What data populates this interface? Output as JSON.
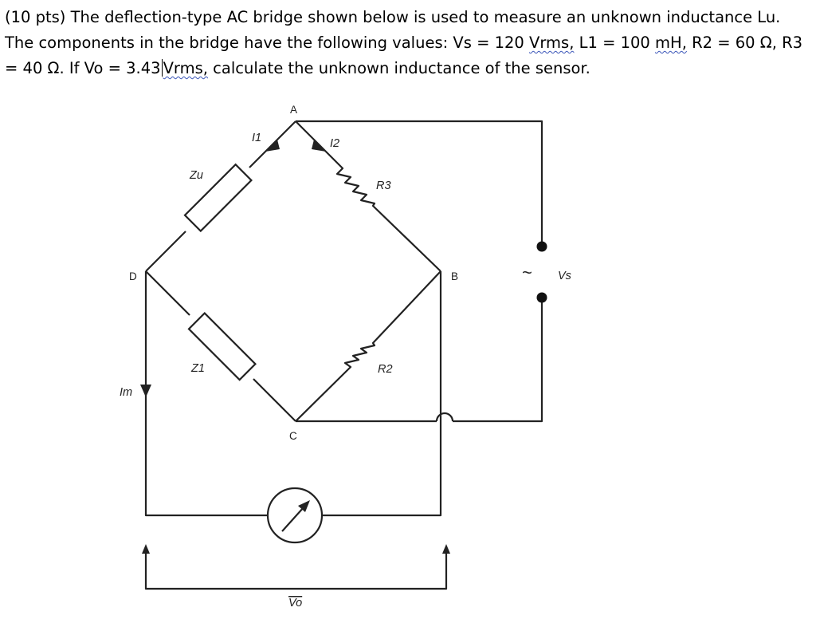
{
  "problem": {
    "p1": "(10 pts) The deflection-type AC bridge shown below is used to measure an unknown inductance Lu. The components in the bridge have the following values: Vs = 120 ",
    "vrms1": "Vrms,",
    "p2": " L1 = 100 ",
    "mh": "mH,",
    "p3": " R2 = 60 Ω, R3 = 40 Ω. If Vo = 3.43",
    "vrms2": "Vrms,",
    "p4": " calculate the unknown inductance of the sensor."
  },
  "diagram": {
    "nodes": {
      "a": "A",
      "b": "B",
      "c": "C",
      "d": "D"
    },
    "components": {
      "zu": "Zu",
      "z1": "Z1",
      "r3": "R3",
      "r2": "R2"
    },
    "currents": {
      "i1": "I1",
      "i2": "I2",
      "im": "Im"
    },
    "source": {
      "tilde": "~",
      "label": "Vs"
    },
    "output": {
      "label": "Vo"
    }
  }
}
